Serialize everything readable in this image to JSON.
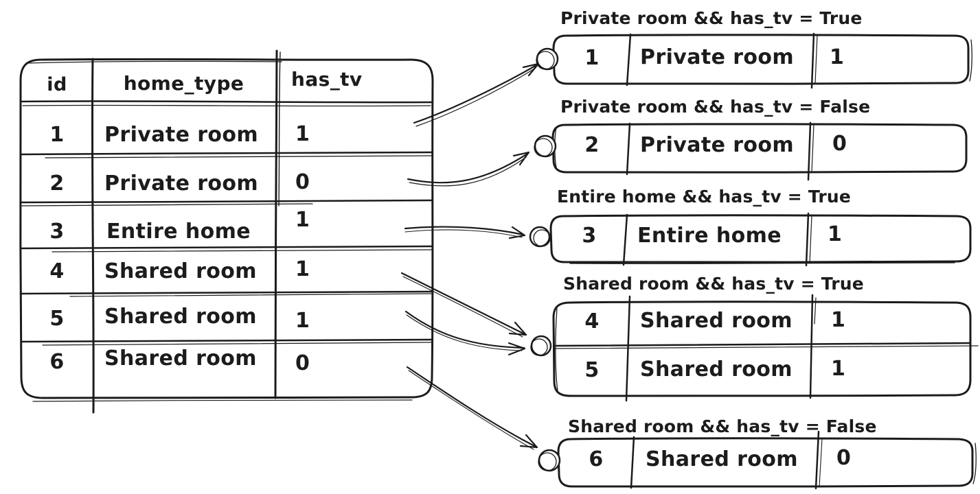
{
  "diagram": {
    "colors": {
      "ink": "#1b1b1b",
      "background": "#ffffff"
    },
    "main_table": {
      "columns": [
        "id",
        "home_type",
        "has_tv"
      ],
      "rows": [
        [
          "1",
          "Private room",
          "1"
        ],
        [
          "2",
          "Private room",
          "0"
        ],
        [
          "3",
          "Entire home",
          "1"
        ],
        [
          "4",
          "Shared room",
          "1"
        ],
        [
          "5",
          "Shared room",
          "1"
        ],
        [
          "6",
          "Shared room",
          "0"
        ]
      ]
    },
    "groups": [
      {
        "label": "Private room && has_tv = True",
        "rows": [
          [
            "1",
            "Private room",
            "1"
          ]
        ]
      },
      {
        "label": "Private room && has_tv = False",
        "rows": [
          [
            "2",
            "Private room",
            "0"
          ]
        ]
      },
      {
        "label": "Entire home && has_tv = True",
        "rows": [
          [
            "3",
            "Entire home",
            "1"
          ]
        ]
      },
      {
        "label": "Shared room && has_tv = True",
        "rows": [
          [
            "4",
            "Shared room",
            "1"
          ],
          [
            "5",
            "Shared room",
            "1"
          ]
        ]
      },
      {
        "label": "Shared room && has_tv = False",
        "rows": [
          [
            "6",
            "Shared room",
            "0"
          ]
        ]
      }
    ]
  }
}
